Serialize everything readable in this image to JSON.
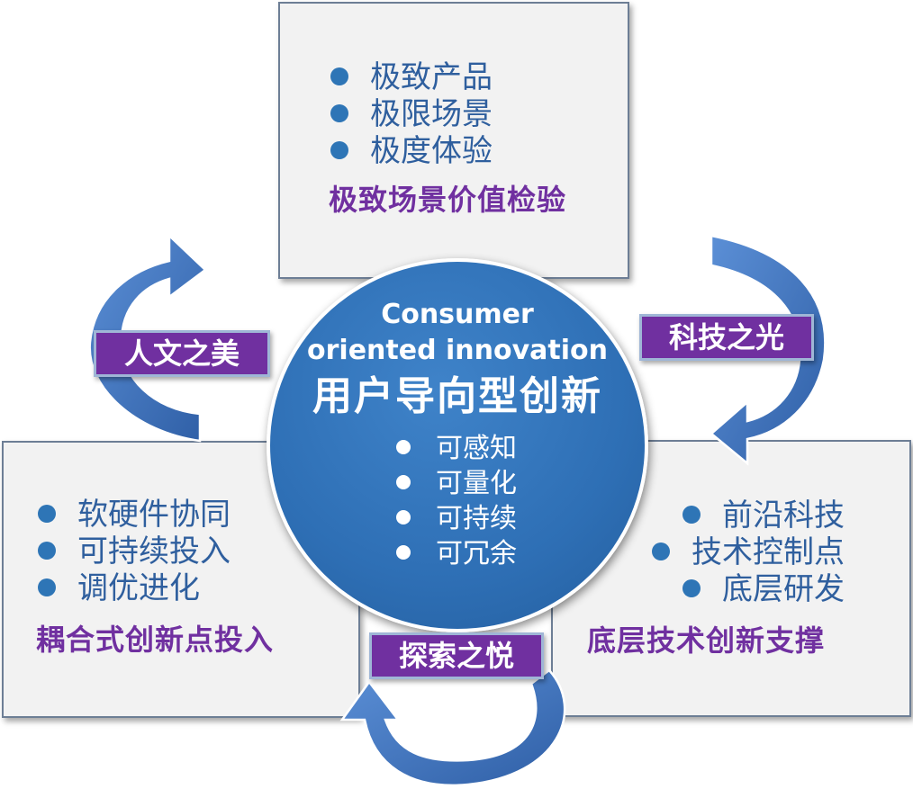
{
  "top_box": {
    "items": [
      "极致产品",
      "极限场景",
      "极度体验"
    ],
    "heading": "极致场景价值检验"
  },
  "left_box": {
    "items": [
      "软硬件协同",
      "可持续投入",
      "调优进化"
    ],
    "heading": "耦合式创新点投入"
  },
  "right_box": {
    "items": [
      "前沿科技",
      "技术控制点",
      "底层研发"
    ],
    "heading": "底层技术创新支撑"
  },
  "center": {
    "title_en_line1": "Consumer",
    "title_en_line2": "oriented innovation",
    "title_zh": "用户导向型创新",
    "items": [
      "可感知",
      "可量化",
      "可持续",
      "可冗余"
    ]
  },
  "tags": {
    "left": "人文之美",
    "right": "科技之光",
    "bottom": "探索之悦"
  },
  "colors": {
    "accent_purple": "#7030a0",
    "circle_blue": "#2e6fb5",
    "bullet_blue": "#2e75b6",
    "arrow_blue": "#4a7fc6"
  }
}
